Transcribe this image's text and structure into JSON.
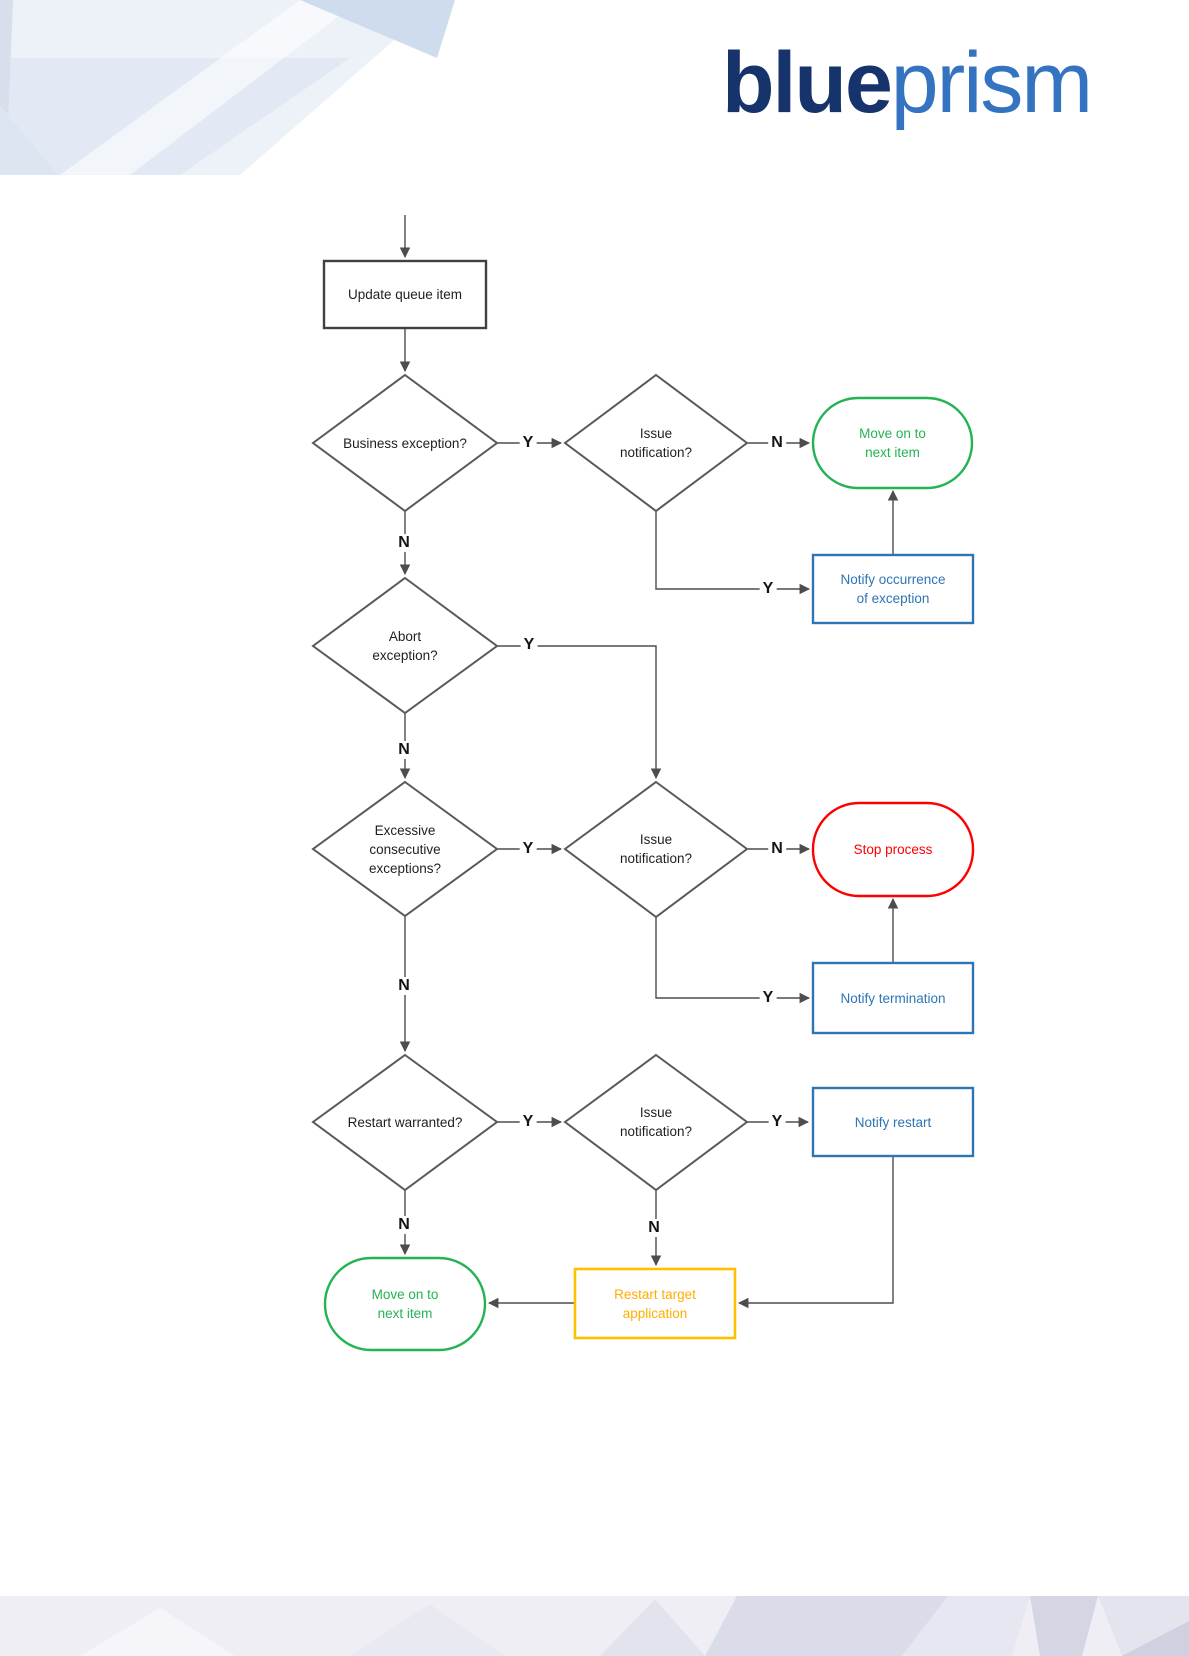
{
  "logo": {
    "part1": "blue",
    "part2": "prism"
  },
  "colors": {
    "logo-dark": "#16336B",
    "logo-light": "#3473C0",
    "connector": "#4D4D4D",
    "shape-outline": "#595959",
    "process-outline": "#404040",
    "blue": "#2E75B6",
    "green": "#24B353",
    "red": "#FF0000",
    "yellow": "#FFC000",
    "yellow-text": "#FFAE00"
  },
  "flowchart": {
    "nodes": {
      "update_queue_item": {
        "type": "process",
        "label": "Update queue item"
      },
      "business_exception": {
        "type": "decision",
        "label": "Business exception?"
      },
      "issue_notification_1": {
        "type": "decision",
        "line1": "Issue",
        "line2": "notification?"
      },
      "move_on_1": {
        "type": "terminator",
        "color": "green",
        "line1": "Move on to",
        "line2": "next item"
      },
      "notify_occurrence": {
        "type": "process",
        "color": "blue",
        "line1": "Notify occurrence",
        "line2": "of exception"
      },
      "abort_exception": {
        "type": "decision",
        "line1": "Abort",
        "line2": "exception?"
      },
      "excessive_consecutive_exceptions": {
        "type": "decision",
        "line1": "Excessive",
        "line2": "consecutive",
        "line3": "exceptions?"
      },
      "issue_notification_2": {
        "type": "decision",
        "line1": "Issue",
        "line2": "notification?"
      },
      "stop_process": {
        "type": "terminator",
        "color": "red",
        "label": "Stop process"
      },
      "notify_termination": {
        "type": "process",
        "color": "blue",
        "label": "Notify termination"
      },
      "restart_warranted": {
        "type": "decision",
        "label": "Restart warranted?"
      },
      "issue_notification_3": {
        "type": "decision",
        "line1": "Issue",
        "line2": "notification?"
      },
      "notify_restart": {
        "type": "process",
        "color": "blue",
        "label": "Notify restart"
      },
      "restart_target": {
        "type": "process",
        "color": "yellow",
        "line1": "Restart target",
        "line2": "application"
      },
      "move_on_2": {
        "type": "terminator",
        "color": "green",
        "line1": "Move on to",
        "line2": "next item"
      }
    },
    "edges": [
      {
        "from": "start",
        "to": "update_queue_item",
        "label": ""
      },
      {
        "from": "update_queue_item",
        "to": "business_exception",
        "label": ""
      },
      {
        "from": "business_exception",
        "to": "issue_notification_1",
        "label": "Y"
      },
      {
        "from": "issue_notification_1",
        "to": "move_on_1",
        "label": "N"
      },
      {
        "from": "issue_notification_1",
        "to": "notify_occurrence",
        "label": "Y"
      },
      {
        "from": "notify_occurrence",
        "to": "move_on_1",
        "label": ""
      },
      {
        "from": "business_exception",
        "to": "abort_exception",
        "label": "N"
      },
      {
        "from": "abort_exception",
        "to": "issue_notification_2",
        "label": "Y"
      },
      {
        "from": "abort_exception",
        "to": "excessive_consecutive_exceptions",
        "label": "N"
      },
      {
        "from": "excessive_consecutive_exceptions",
        "to": "issue_notification_2",
        "label": "Y"
      },
      {
        "from": "issue_notification_2",
        "to": "stop_process",
        "label": "N"
      },
      {
        "from": "issue_notification_2",
        "to": "notify_termination",
        "label": "Y"
      },
      {
        "from": "notify_termination",
        "to": "stop_process",
        "label": ""
      },
      {
        "from": "excessive_consecutive_exceptions",
        "to": "restart_warranted",
        "label": "N"
      },
      {
        "from": "restart_warranted",
        "to": "issue_notification_3",
        "label": "Y"
      },
      {
        "from": "issue_notification_3",
        "to": "notify_restart",
        "label": "Y"
      },
      {
        "from": "issue_notification_3",
        "to": "restart_target",
        "label": "N"
      },
      {
        "from": "restart_warranted",
        "to": "move_on_2",
        "label": "N"
      },
      {
        "from": "notify_restart",
        "to": "restart_target",
        "label": ""
      },
      {
        "from": "restart_target",
        "to": "move_on_2",
        "label": ""
      }
    ]
  }
}
